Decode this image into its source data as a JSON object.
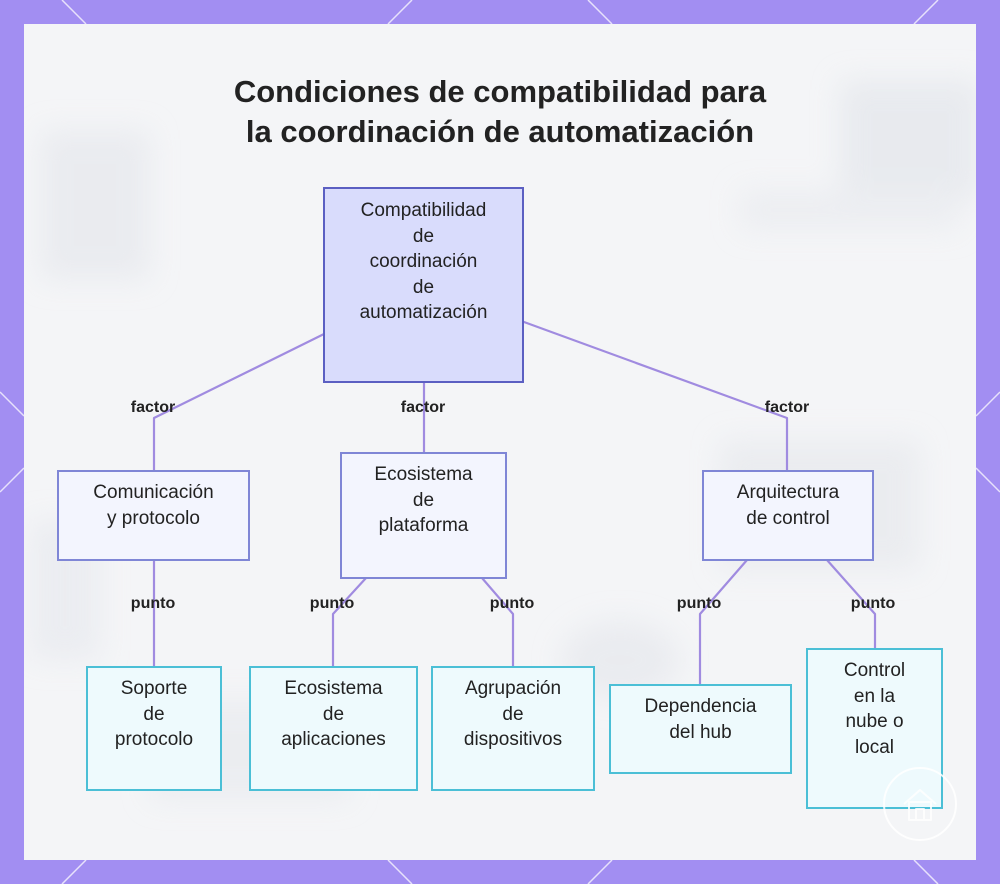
{
  "title": {
    "line1": "Condiciones de compatibilidad para",
    "line2": "la coordinación de automatización"
  },
  "nodes": {
    "root": [
      "Compatibilidad",
      "de",
      "coordinación",
      "de",
      "automatización"
    ],
    "comunicacion": [
      "Comunicación",
      "y protocolo"
    ],
    "ecosistema_plataforma": [
      "Ecosistema",
      "de",
      "plataforma"
    ],
    "arquitectura": [
      "Arquitectura",
      "de control"
    ],
    "soporte": [
      "Soporte",
      "de",
      "protocolo"
    ],
    "ecosistema_aplicaciones": [
      "Ecosistema",
      "de",
      "aplicaciones"
    ],
    "agrupacion": [
      "Agrupación",
      "de",
      "dispositivos"
    ],
    "dependencia": [
      "Dependencia",
      "del hub"
    ],
    "control_nube": [
      "Control",
      "en la",
      "nube o",
      "local"
    ]
  },
  "edge_labels": {
    "factor": "factor",
    "punto": "punto"
  },
  "colors": {
    "frame": "#a28ef2",
    "panel": "#f4f5f7",
    "edge": "#a08be0",
    "root_fill": "#d9dcfc",
    "root_border": "#5b5fc2",
    "factor_fill": "#f3f5fe",
    "factor_border": "#7f86d6",
    "leaf_fill": "#eefafd",
    "leaf_border": "#4bbfd6"
  },
  "watermark_icon": "house-icon"
}
